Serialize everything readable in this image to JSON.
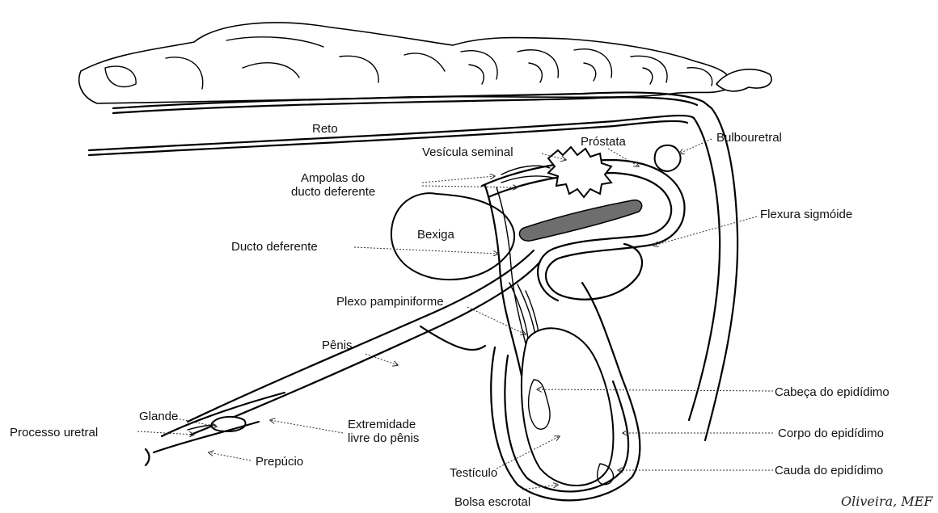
{
  "labels": {
    "reto": "Reto",
    "vesicula_seminal": "Vesícula seminal",
    "prostata": "Próstata",
    "bulbouretral": "Bulbouretral",
    "ampolas_line1": "Ampolas do",
    "ampolas_line2": "ducto deferente",
    "flexura_sigmoide": "Flexura sigmóide",
    "bexiga": "Bexiga",
    "ducto_deferente": "Ducto deferente",
    "plexo_pampiniforme": "Plexo pampiniforme",
    "penis": "Pênis",
    "glande": "Glande",
    "processo_uretral": "Processo uretral",
    "extremidade_line1": "Extremidade",
    "extremidade_line2": "livre do pênis",
    "prepucio": "Prepúcio",
    "cabeca_epididimo": "Cabeça do epidídimo",
    "corpo_epididimo": "Corpo do epidídimo",
    "testiculo": "Testículo",
    "cauda_epididimo": "Cauda do epidídimo",
    "bolsa_escrotal": "Bolsa escrotal"
  },
  "credit": "Oliveira, MEF"
}
